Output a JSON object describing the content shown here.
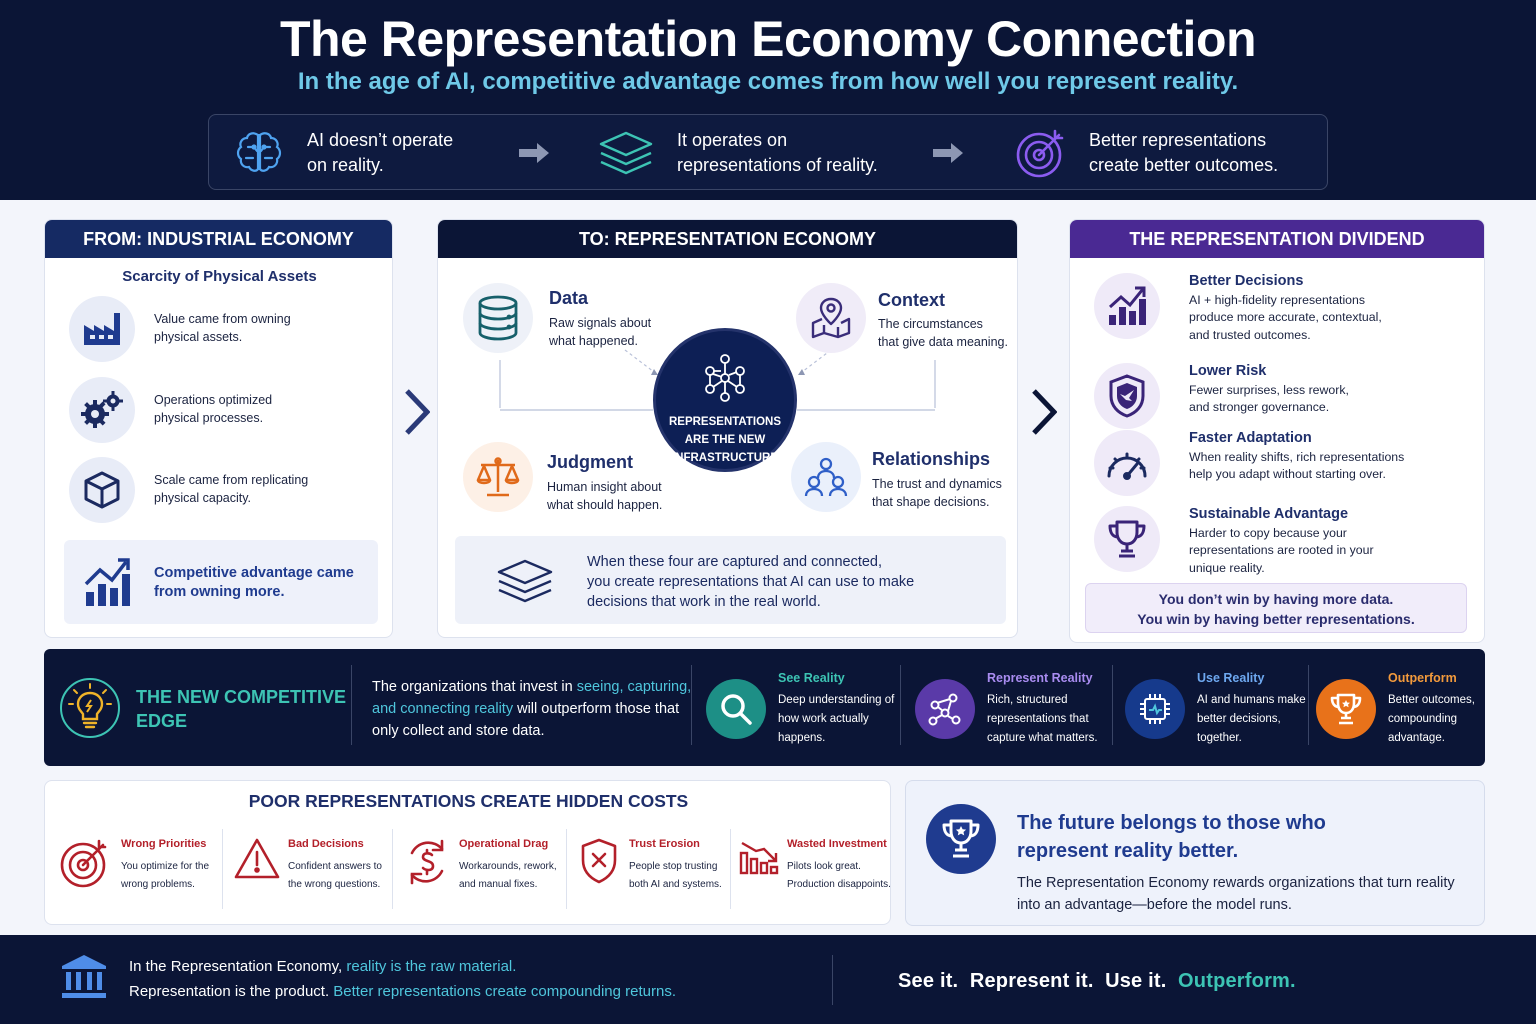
{
  "header": {
    "title": "The Representation Economy Connection",
    "subtitle": "In the age of AI, competitive advantage comes from how well you represent reality.",
    "flow": [
      {
        "icon": "brain-icon",
        "line1": "AI doesn’t operate",
        "line2": "on reality."
      },
      {
        "icon": "layers-icon",
        "line1": "It operates on",
        "line2": "representations of reality."
      },
      {
        "icon": "target-icon",
        "line1": "Better representations",
        "line2": "create better outcomes."
      }
    ]
  },
  "from_panel": {
    "heading": "FROM: INDUSTRIAL ECONOMY",
    "subheading": "Scarcity of Physical Assets",
    "items": [
      {
        "icon": "factory-icon",
        "line1": "Value came from owning",
        "line2": "physical assets."
      },
      {
        "icon": "gears-icon",
        "line1": "Operations optimized",
        "line2": "physical processes."
      },
      {
        "icon": "cube-icon",
        "line1": "Scale came from replicating",
        "line2": "physical capacity."
      }
    ],
    "callout_line1": "Competitive advantage came",
    "callout_line2": "from owning more."
  },
  "to_panel": {
    "heading": "TO: REPRESENTATION ECONOMY",
    "hub_line1": "REPRESENTATIONS",
    "hub_line2": "ARE THE NEW",
    "hub_line3": "INFRASTRUCTURE",
    "nodes": {
      "data": {
        "title": "Data",
        "line1": "Raw signals about",
        "line2": "what happened."
      },
      "context": {
        "title": "Context",
        "line1": "The circumstances",
        "line2": "that give data meaning."
      },
      "judgment": {
        "title": "Judgment",
        "line1": "Human insight about",
        "line2": "what should happen."
      },
      "relationships": {
        "title": "Relationships",
        "line1": "The trust and dynamics",
        "line2": "that shape decisions."
      }
    },
    "callout_line1": "When these four are captured and connected,",
    "callout_line2": "you create representations that AI can use to make",
    "callout_line3": "decisions that work in the real world."
  },
  "dividend_panel": {
    "heading": "THE REPRESENTATION DIVIDEND",
    "items": [
      {
        "icon": "bar-chart-icon",
        "title": "Better Decisions",
        "lines": [
          "AI + high-fidelity representations",
          "produce more accurate, contextual,",
          "and trusted outcomes."
        ]
      },
      {
        "icon": "shield-icon",
        "title": "Lower Risk",
        "lines": [
          "Fewer surprises, less rework,",
          "and stronger governance."
        ]
      },
      {
        "icon": "gauge-icon",
        "title": "Faster Adaptation",
        "lines": [
          "When reality shifts, rich representations",
          "help you adapt without starting over."
        ]
      },
      {
        "icon": "trophy-icon",
        "title": "Sustainable Advantage",
        "lines": [
          "Harder to copy because your",
          "representations are rooted in your",
          "unique reality."
        ]
      }
    ],
    "callout_line1": "You don’t win by having more data.",
    "callout_line2": "You win by having better representations."
  },
  "edge_band": {
    "title_line1": "THE NEW COMPETITIVE",
    "title_line2": "EDGE",
    "text_a": "The organizations that invest in ",
    "text_b": "seeing, capturing, and connecting reality",
    "text_c": " will outperform those that only collect and store data.",
    "steps": [
      {
        "icon": "magnifier-icon",
        "title": "See Reality",
        "desc": "Deep understanding of how work actually happens.",
        "color": "#3dc4b4"
      },
      {
        "icon": "network-icon",
        "title": "Represent Reality",
        "desc": "Rich, structured representations that capture what matters.",
        "color": "#9b7be0"
      },
      {
        "icon": "chip-icon",
        "title": "Use Reality",
        "desc": "AI and humans make better decisions, together.",
        "color": "#4f8de8"
      },
      {
        "icon": "trophy-icon",
        "title": "Outperform",
        "desc": "Better outcomes, compounding advantage.",
        "color": "#f08a24"
      }
    ]
  },
  "costs_panel": {
    "heading": "POOR REPRESENTATIONS CREATE HIDDEN COSTS",
    "items": [
      {
        "icon": "target-miss-icon",
        "title": "Wrong Priorities",
        "desc": "You optimize for the wrong problems."
      },
      {
        "icon": "warning-icon",
        "title": "Bad Decisions",
        "desc": "Confident answers to the wrong questions."
      },
      {
        "icon": "dollar-cycle-icon",
        "title": "Operational Drag",
        "desc": "Workarounds, rework, and manual fixes."
      },
      {
        "icon": "shield-x-icon",
        "title": "Trust Erosion",
        "desc": "People stop trusting both AI and systems."
      },
      {
        "icon": "declining-chart-icon",
        "title": "Wasted Investment",
        "desc": "Pilots look great. Production disappoints."
      }
    ]
  },
  "future_panel": {
    "title_line1": "The future belongs to those who",
    "title_line2": "represent reality better.",
    "text": "The Representation Economy rewards organizations that turn reality into an advantage—before the model runs."
  },
  "footer": {
    "left_a": "In the Representation Economy, ",
    "left_b": "reality is the raw material.",
    "left_c": "Representation is the product. ",
    "left_d": "Better representations create compounding returns.",
    "right_a": "See it.  Represent it.  Use it.  ",
    "right_b": "Outperform."
  },
  "colors": {
    "navy": "#0b1536",
    "teal": "#3dc4b4",
    "purple": "#4a2993",
    "red": "#b3202a",
    "orange": "#f08a24"
  }
}
